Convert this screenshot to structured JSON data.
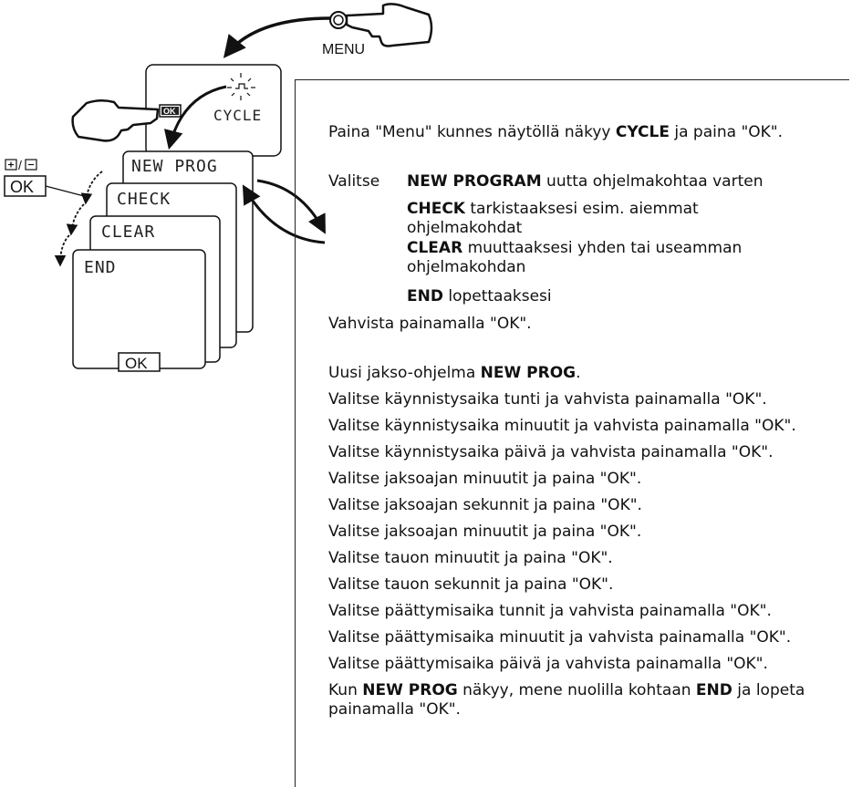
{
  "diagram": {
    "menu_label": "MENU",
    "cycle_label": "CYCLE",
    "ok_small": "OK",
    "plus_minus": "+/-",
    "ok_key": "OK",
    "screens": [
      "NEW PROG",
      "CHECK",
      "CLEAR",
      "END"
    ],
    "ok_bottom": "OK"
  },
  "text": {
    "intro_pre": "Paina \"Menu\" kunnes näytöllä näkyy ",
    "intro_bold": "CYCLE",
    "intro_post": " ja paina \"OK\".",
    "valitse": "Valitse",
    "options": [
      {
        "bold": "NEW PROGRAM",
        "rest": " uutta ohjelmakohtaa varten"
      },
      {
        "bold": "CHECK",
        "rest": " tarkistaaksesi esim. aiemmat ohjelmakohdat"
      },
      {
        "bold": "CLEAR",
        "rest": " muuttaaksesi yhden tai useamman ohjelmakohdan"
      },
      {
        "bold": "END",
        "rest": " lopettaaksesi"
      }
    ],
    "confirm": "Vahvista painamalla \"OK\".",
    "new_prog_pre": "Uusi jakso-ohjelma ",
    "new_prog_bold": "NEW PROG",
    "new_prog_post": ".",
    "steps": [
      "Valitse käynnistysaika tunti ja vahvista painamalla \"OK\".",
      "Valitse käynnistysaika minuutit ja vahvista painamalla \"OK\".",
      "Valitse käynnistysaika päivä ja vahvista painamalla \"OK\".",
      "Valitse jaksoajan minuutit ja paina \"OK\".",
      "Valitse jaksoajan sekunnit ja paina \"OK\".",
      "Valitse jaksoajan minuutit ja paina \"OK\".",
      "Valitse tauon minuutit ja paina \"OK\".",
      "Valitse tauon sekunnit ja paina \"OK\".",
      "Valitse päättymisaika tunnit ja vahvista painamalla \"OK\".",
      "Valitse päättymisaika  minuutit ja vahvista painamalla \"OK\".",
      "Valitse päättymisaika päivä ja vahvista painamalla \"OK\"."
    ],
    "final_1": "Kun ",
    "final_2": "NEW PROG",
    "final_3": " näkyy, mene nuolilla kohtaan ",
    "final_4": "END",
    "final_5": " ja lopeta painamalla \"OK\"."
  }
}
